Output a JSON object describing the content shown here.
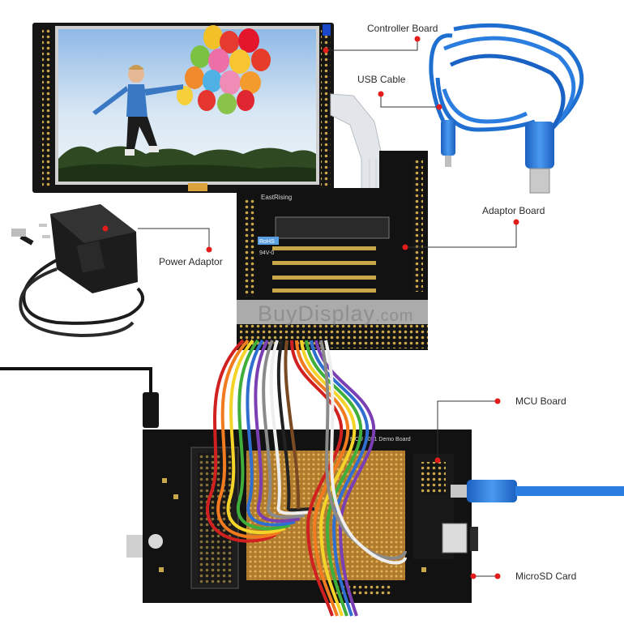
{
  "labels": {
    "controller_board": "Controller Board",
    "usb_cable": "USB Cable",
    "adaptor_board": "Adaptor Board",
    "power_adaptor": "Power Adaptor",
    "mcu_board": "MCU Board",
    "microsd_card": "MicroSD Card"
  },
  "watermark": {
    "main": "BuyDisplay",
    "domain": ".com"
  },
  "board_text": {
    "adaptor_brand": "EastRising",
    "rohs": "RoHS",
    "ul": "94V-0",
    "mcu_title": "MCU 8051 Demo Board"
  },
  "colors": {
    "callout_dot": "#e21b1b",
    "leader_line": "#333333",
    "pcb": "#141414",
    "usb_blue": "#1f6fd1",
    "sky": "#9dc4ea"
  }
}
